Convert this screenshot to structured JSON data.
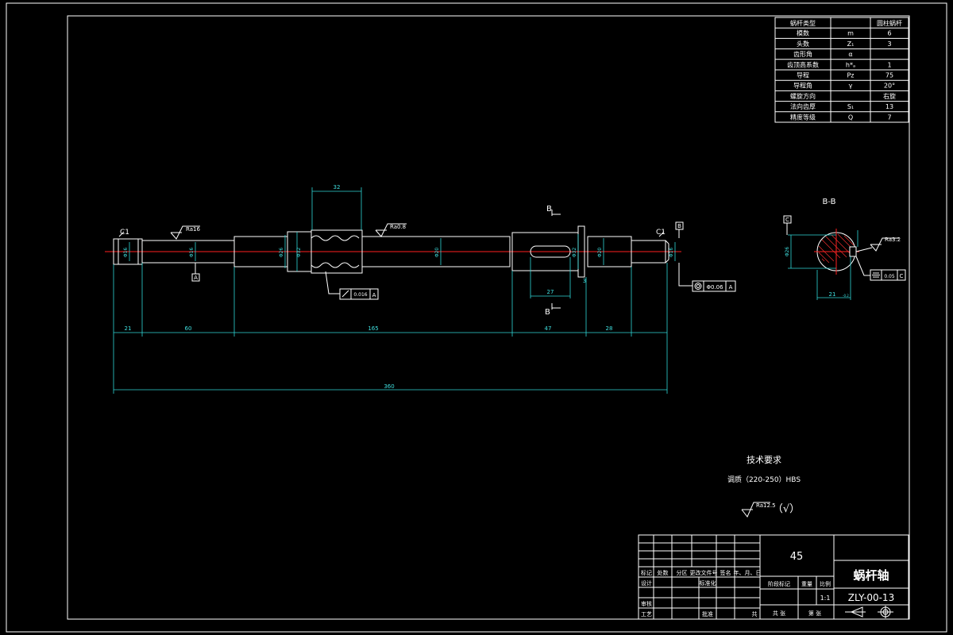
{
  "params_table": {
    "header": {
      "name": "蜗杆类型",
      "value": "圆柱蜗杆"
    },
    "rows": [
      {
        "name": "模数",
        "symbol": "m",
        "value": "6"
      },
      {
        "name": "头数",
        "symbol": "Z₁",
        "value": "3"
      },
      {
        "name": "齿形角",
        "symbol": "α",
        "value": ""
      },
      {
        "name": "齿顶高系数",
        "symbol": "h*ₐ",
        "value": "1"
      },
      {
        "name": "导程",
        "symbol": "Pz",
        "value": "75"
      },
      {
        "name": "导程角",
        "symbol": "γ",
        "value": "20°"
      },
      {
        "name": "螺旋方向",
        "symbol": "",
        "value": "右旋"
      },
      {
        "name": "法向齿厚",
        "symbol": "S₁",
        "value": "13"
      },
      {
        "name": "精度等级",
        "symbol": "Q",
        "value": "7"
      }
    ]
  },
  "dims": {
    "d21": "21",
    "d60": "60",
    "d165": "165",
    "d47": "47",
    "d28": "28",
    "d360": "360",
    "d32": "32",
    "d27": "27",
    "d3": "3",
    "dia1": "Φ16",
    "dia2": "Φ16",
    "dia3": "Φ26",
    "dia4": "Φ32",
    "dia5": "Φ20",
    "dia6": "Φ32",
    "dia7": "Φ20",
    "dia8": "Φ16",
    "dia9": "Φ26",
    "key21": "21",
    "key_tol": "-0.2"
  },
  "labels": {
    "c1_left": "C1",
    "c1_right": "C1",
    "ra16": "Ra16",
    "ra08": "Ra0.8",
    "ra32": "Ra3.2",
    "datum_a": "A",
    "datum_b": "B",
    "datum_c": "C",
    "runout_val": "0.016",
    "runout_ref": "A",
    "coax_val": "Φ0.06",
    "coax_ref": "A",
    "sym_val": "0.05",
    "sym_ref": "C",
    "sec_b_top": "B",
    "sec_b_bot": "B",
    "section_title": "B-B"
  },
  "tech": {
    "title": "技术要求",
    "line1": "调质（220-250）HBS",
    "ra_general": "Ra12.5",
    "ra_paren": "（√）"
  },
  "title_block": {
    "material": "45",
    "part_name": "蜗杆轴",
    "drawing_no": "ZLY-00-13",
    "scale": "1:1",
    "row_labels": [
      "标记",
      "处数",
      "分区",
      "更改文件号",
      "签名",
      "年、月、日"
    ],
    "design": "设计",
    "standard": "标准化",
    "review": "审核",
    "process": "工艺",
    "approve": "批准",
    "stage_mark": "阶段标记",
    "weight": "重量",
    "ratio": "比例",
    "total_sheets": "共  张",
    "sheet_no": "第  张",
    "project": "共"
  }
}
